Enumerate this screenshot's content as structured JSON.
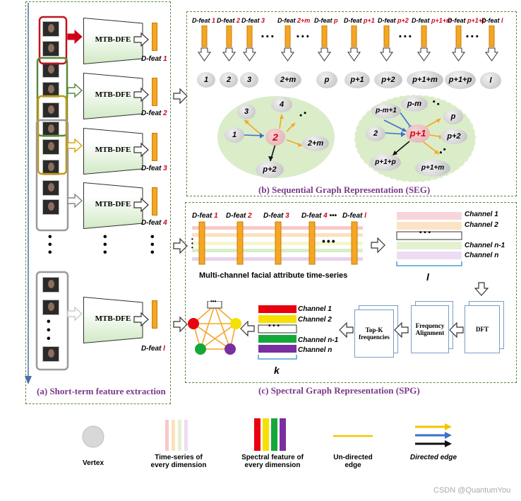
{
  "panel_a": {
    "caption": "(a) Short-term feature extraction",
    "mtb_label": "MTB-DFE",
    "feat_labels": [
      {
        "prefix": "D-feat",
        "index": "1"
      },
      {
        "prefix": "D-feat",
        "index": "2"
      },
      {
        "prefix": "D-feat",
        "index": "3"
      },
      {
        "prefix": "D-feat",
        "index": "4"
      },
      {
        "prefix": "D-feat",
        "index": "l"
      }
    ]
  },
  "panel_b": {
    "caption": "(b) Sequential Graph Representation (SEG)",
    "top_feats": [
      {
        "prefix": "D-feat",
        "index": "1"
      },
      {
        "prefix": "D-feat",
        "index": "2"
      },
      {
        "prefix": "D-feat",
        "index": "3"
      },
      {
        "prefix": "D-feat",
        "index": "2+m"
      },
      {
        "prefix": "D-feat",
        "index": "p"
      },
      {
        "prefix": "D-feat",
        "index": "p+1"
      },
      {
        "prefix": "D-feat",
        "index": "p+2"
      },
      {
        "prefix": "D-feat",
        "index": "p+1+m"
      },
      {
        "prefix": "D-feat",
        "index": "p+1+p"
      },
      {
        "prefix": "D-feat",
        "index": "l"
      }
    ],
    "vertices": [
      "1",
      "2",
      "3",
      "2+m",
      "p",
      "p+1",
      "p+2",
      "p+1+m",
      "p+1+p",
      "l"
    ],
    "ellipsis": "• • •",
    "graph1": {
      "center": "2",
      "nodes": [
        "3",
        "4",
        "1",
        "2+m",
        "p+2"
      ],
      "dots": "• •"
    },
    "graph2": {
      "center": "p+1",
      "nodes": [
        "p-m+1",
        "p-m",
        "p",
        "2",
        "p+2",
        "p+1+p",
        "p+1+m"
      ],
      "dots": "• •"
    }
  },
  "panel_c": {
    "caption": "(c) Spectral Graph Representation (SPG)",
    "ts_feats": [
      {
        "prefix": "D-feat",
        "index": "1"
      },
      {
        "prefix": "D-feat",
        "index": "2"
      },
      {
        "prefix": "D-feat",
        "index": "3"
      },
      {
        "prefix": "D-feat",
        "index": "4"
      },
      {
        "prefix": "D-feat",
        "index": "l"
      }
    ],
    "ts_dots": "•••",
    "ts_caption": "Multi-channel facial attribute time-series",
    "channels_top": [
      "Channel 1",
      "Channel 2",
      "Channel n-1",
      "Channel n"
    ],
    "channels_bottom": [
      "Channel 1",
      "Channel 2",
      "Channel n-1",
      "Channel n"
    ],
    "dots_row": "• • •",
    "brace_l": "l",
    "brace_k": "k",
    "dft": "DFT",
    "freq_align": "Frequency Alignment",
    "topk": "Top-K frequencies",
    "graph_top": "•••"
  },
  "legend": {
    "vertex": "Vertex",
    "timeseries": "Time-series of every dimension",
    "spectral": "Spectral feature of every dimension",
    "undirected": "Un-directed edge",
    "directed": "Directed edge"
  },
  "watermark": "CSDN @QuantumYou",
  "colors": {
    "feat_bar": "#f5a623",
    "panel_border": "#5a8a3a",
    "caption": "#7a3a8a",
    "red": "#d0021b",
    "yellow": "#f5c400",
    "green": "#2e9e2e",
    "purple": "#7a2ea0",
    "blue": "#4a7fd0"
  }
}
